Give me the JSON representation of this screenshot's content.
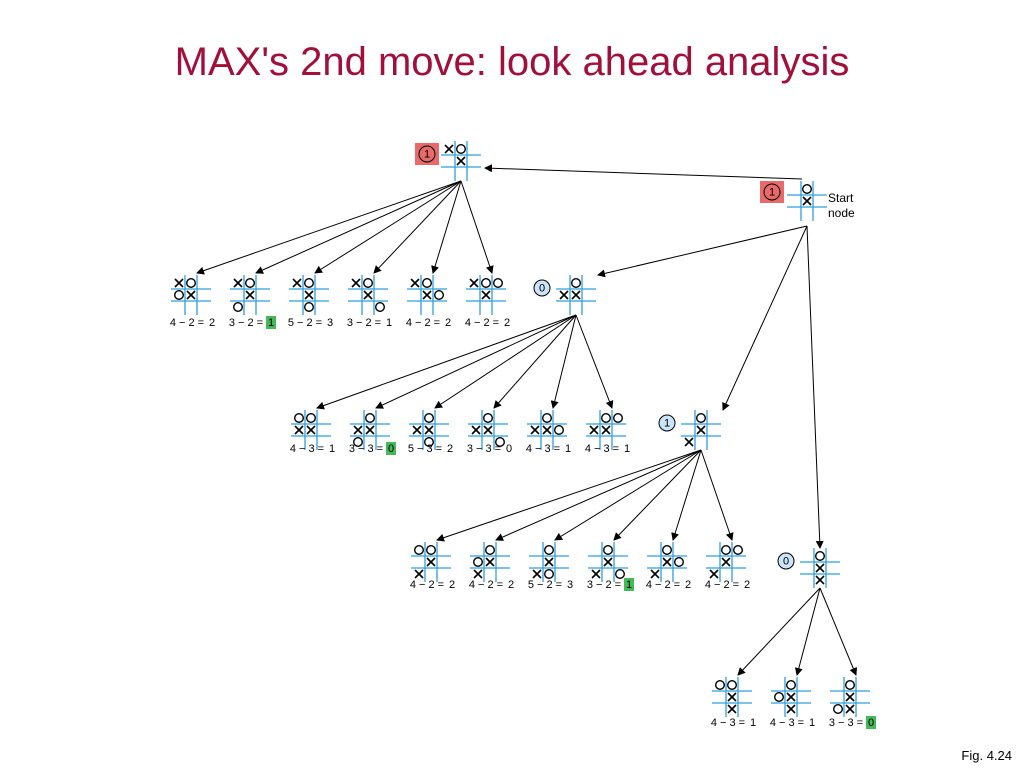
{
  "slide": {
    "title": "MAX's 2nd move: look ahead analysis",
    "figure_label": "Fig. 4.24"
  },
  "colors": {
    "title": "#a0103a",
    "grid": "#2f9fe0",
    "edge": "#000000",
    "selected_box": "#e86a6a",
    "highlight": "#45b85a",
    "backed_circle": "#cce4f7"
  },
  "start_label": [
    "Start",
    "node"
  ],
  "parents": [
    {
      "id": "P1",
      "value": "1",
      "selected": true,
      "board": [
        "X",
        "O",
        "",
        "",
        "X",
        "",
        "",
        "",
        ""
      ]
    },
    {
      "id": "P2",
      "value": "0",
      "selected": false,
      "board": [
        "",
        "O",
        "",
        "X",
        "X",
        "",
        "",
        "",
        ""
      ]
    },
    {
      "id": "P3",
      "value": "1",
      "selected": false,
      "board": [
        "",
        "O",
        "",
        "",
        "X",
        "",
        "X",
        "",
        ""
      ]
    },
    {
      "id": "P4",
      "value": "0",
      "selected": false,
      "board": [
        "",
        "O",
        "",
        "",
        "X",
        "",
        "",
        "X",
        ""
      ]
    }
  ],
  "start": {
    "id": "S",
    "value": "1",
    "selected": true,
    "board": [
      "",
      "O",
      "",
      "",
      "X",
      "",
      "",
      "",
      ""
    ]
  },
  "groups": [
    {
      "parent": "P1",
      "children": [
        {
          "board": [
            "X",
            "O",
            "",
            "O",
            "X",
            "",
            "",
            "",
            ""
          ],
          "lhs": "4",
          "mid": "2",
          "result": "2",
          "highlight": false
        },
        {
          "board": [
            "X",
            "O",
            "",
            "",
            "X",
            "",
            "O",
            "",
            ""
          ],
          "lhs": "3",
          "mid": "2",
          "result": "1",
          "highlight": true
        },
        {
          "board": [
            "X",
            "O",
            "",
            "",
            "X",
            "",
            "",
            "O",
            ""
          ],
          "lhs": "5",
          "mid": "2",
          "result": "3",
          "highlight": false
        },
        {
          "board": [
            "X",
            "O",
            "",
            "",
            "X",
            "",
            "",
            "",
            "O"
          ],
          "lhs": "3",
          "mid": "2",
          "result": "1",
          "highlight": false
        },
        {
          "board": [
            "X",
            "O",
            "",
            "",
            "X",
            "O",
            "",
            "",
            ""
          ],
          "lhs": "4",
          "mid": "2",
          "result": "2",
          "highlight": false
        },
        {
          "board": [
            "X",
            "O",
            "O",
            "",
            "X",
            "",
            "",
            "",
            ""
          ],
          "lhs": "4",
          "mid": "2",
          "result": "2",
          "highlight": false
        }
      ]
    },
    {
      "parent": "P2",
      "children": [
        {
          "board": [
            "O",
            "O",
            "",
            "X",
            "X",
            "",
            "",
            "",
            ""
          ],
          "lhs": "4",
          "mid": "3",
          "result": "1",
          "highlight": false
        },
        {
          "board": [
            "",
            "O",
            "",
            "X",
            "X",
            "",
            "O",
            "",
            ""
          ],
          "lhs": "3",
          "mid": "3",
          "result": "0",
          "highlight": true
        },
        {
          "board": [
            "",
            "O",
            "",
            "X",
            "X",
            "",
            "",
            "O",
            ""
          ],
          "lhs": "5",
          "mid": "3",
          "result": "2",
          "highlight": false
        },
        {
          "board": [
            "",
            "O",
            "",
            "X",
            "X",
            "",
            "",
            "",
            "O"
          ],
          "lhs": "3",
          "mid": "3",
          "result": "0",
          "highlight": false
        },
        {
          "board": [
            "",
            "O",
            "",
            "X",
            "X",
            "O",
            "",
            "",
            ""
          ],
          "lhs": "4",
          "mid": "3",
          "result": "1",
          "highlight": false
        },
        {
          "board": [
            "",
            "O",
            "O",
            "X",
            "X",
            "",
            "",
            "",
            ""
          ],
          "lhs": "4",
          "mid": "3",
          "result": "1",
          "highlight": false
        }
      ]
    },
    {
      "parent": "P3",
      "children": [
        {
          "board": [
            "O",
            "O",
            "",
            "",
            "X",
            "",
            "X",
            "",
            ""
          ],
          "lhs": "4",
          "mid": "2",
          "result": "2",
          "highlight": false
        },
        {
          "board": [
            "",
            "O",
            "",
            "O",
            "X",
            "",
            "X",
            "",
            ""
          ],
          "lhs": "4",
          "mid": "2",
          "result": "2",
          "highlight": false
        },
        {
          "board": [
            "",
            "O",
            "",
            "",
            "X",
            "",
            "X",
            "O",
            ""
          ],
          "lhs": "5",
          "mid": "2",
          "result": "3",
          "highlight": false
        },
        {
          "board": [
            "",
            "O",
            "",
            "",
            "X",
            "",
            "X",
            "",
            "O"
          ],
          "lhs": "3",
          "mid": "2",
          "result": "1",
          "highlight": true
        },
        {
          "board": [
            "",
            "O",
            "",
            "",
            "X",
            "O",
            "X",
            "",
            ""
          ],
          "lhs": "4",
          "mid": "2",
          "result": "2",
          "highlight": false
        },
        {
          "board": [
            "",
            "O",
            "O",
            "",
            "X",
            "",
            "X",
            "",
            ""
          ],
          "lhs": "4",
          "mid": "2",
          "result": "2",
          "highlight": false
        }
      ]
    },
    {
      "parent": "P4",
      "children": [
        {
          "board": [
            "O",
            "O",
            "",
            "",
            "X",
            "",
            "",
            "X",
            ""
          ],
          "lhs": "4",
          "mid": "3",
          "result": "1",
          "highlight": false
        },
        {
          "board": [
            "",
            "O",
            "",
            "O",
            "X",
            "",
            "",
            "X",
            ""
          ],
          "lhs": "4",
          "mid": "3",
          "result": "1",
          "highlight": false
        },
        {
          "board": [
            "",
            "O",
            "",
            "",
            "X",
            "",
            "O",
            "X",
            ""
          ],
          "lhs": "3",
          "mid": "3",
          "result": "0",
          "highlight": true
        }
      ]
    }
  ]
}
